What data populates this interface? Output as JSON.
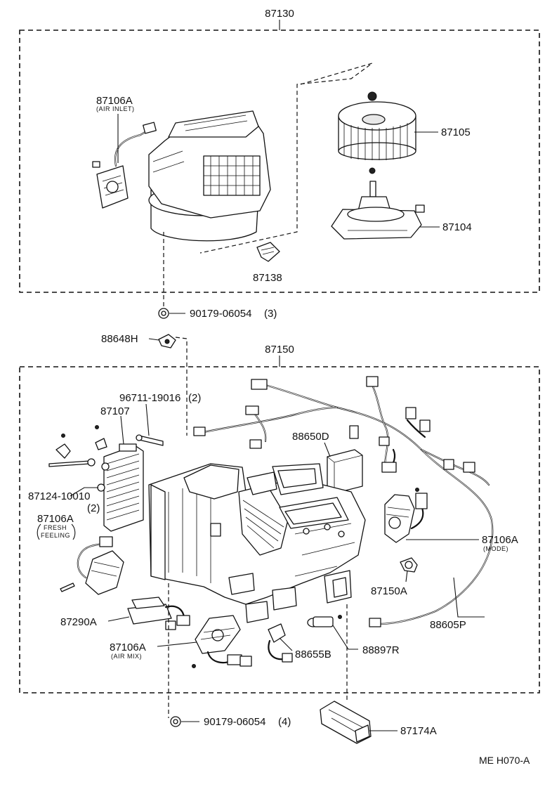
{
  "labels": {
    "top_assembly": "87130",
    "inlet_servo": "87106A",
    "inlet_servo_note": "(AIR INLET)",
    "blower_fan": "87105",
    "blower_motor": "87104",
    "resistor": "87138",
    "nut_top": "90179-06054",
    "nut_top_qty": "(3)",
    "clip": "88648H",
    "bottom_assembly": "87150",
    "screw": "96711-19016",
    "screw_qty": "(2)",
    "heater_core": "87107",
    "sensor_88650d": "88650D",
    "hose_clamp": "87124-10010",
    "hose_clamp_qty": "(2)",
    "fresh_servo": "87106A",
    "fresh_servo_note1": "FRESH",
    "fresh_servo_note2": "FEELING",
    "mode_servo": "87106A",
    "mode_servo_note": "(MODE)",
    "part_87150a": "87150A",
    "harness": "88605P",
    "part_87290a": "87290A",
    "airmix_servo": "87106A",
    "airmix_servo_note": "(AIR MIX)",
    "sensor_88655b": "88655B",
    "sensor_88897r": "88897R",
    "nut_bottom": "90179-06054",
    "nut_bottom_qty": "(4)",
    "duct": "87174A",
    "figure_code": "ME H070-A"
  }
}
